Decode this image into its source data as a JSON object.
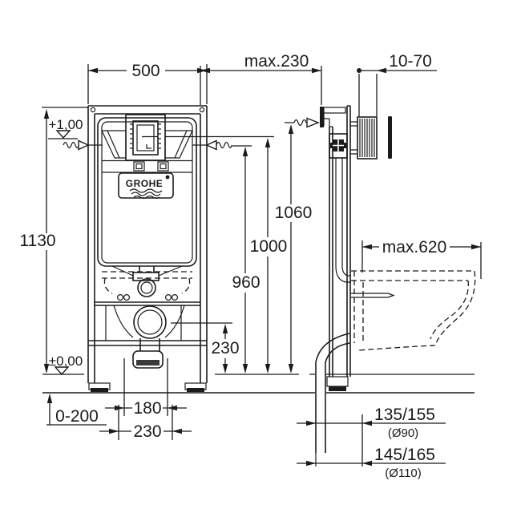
{
  "drawing": {
    "brand": "GROHE",
    "type": "wc-installation-frame-technical-drawing",
    "line_color": "#1b1b1b",
    "background": "#ffffff"
  },
  "dimensions": {
    "frame_width": "500",
    "frame_height": "1130",
    "cistern_level": "+1,00",
    "floor_level": "±0,00",
    "max_depth_top": "max.230",
    "wall_thickness_range": "10-70",
    "actuation_height": "1060",
    "flush_bend_height": "1000",
    "water_level_height": "960",
    "outlet_height": "230",
    "floor_buildup_range": "0-200",
    "bolt_spacing": "180",
    "outlet_spacing": "230",
    "pan_outreach": "max.620",
    "drain_offset_1": "135/155",
    "drain_dia_1": "(Ø90)",
    "drain_offset_2": "145/165",
    "drain_dia_2": "(Ø110)"
  }
}
